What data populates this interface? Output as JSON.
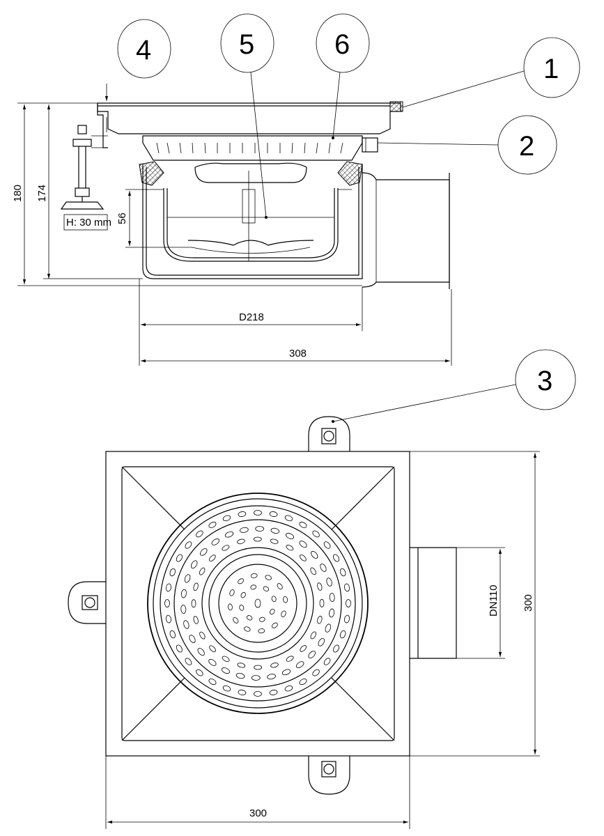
{
  "callouts": {
    "c1": "1",
    "c2": "2",
    "c3": "3",
    "c4": "4",
    "c5": "5",
    "c6": "6"
  },
  "dimensions": {
    "height_total": "180",
    "height_body": "174",
    "water_seal": "56",
    "adjust": "H: 30 mm",
    "body_diameter": "D218",
    "total_length": "308",
    "outlet": "DN110",
    "square_height": "300",
    "square_width": "300"
  }
}
